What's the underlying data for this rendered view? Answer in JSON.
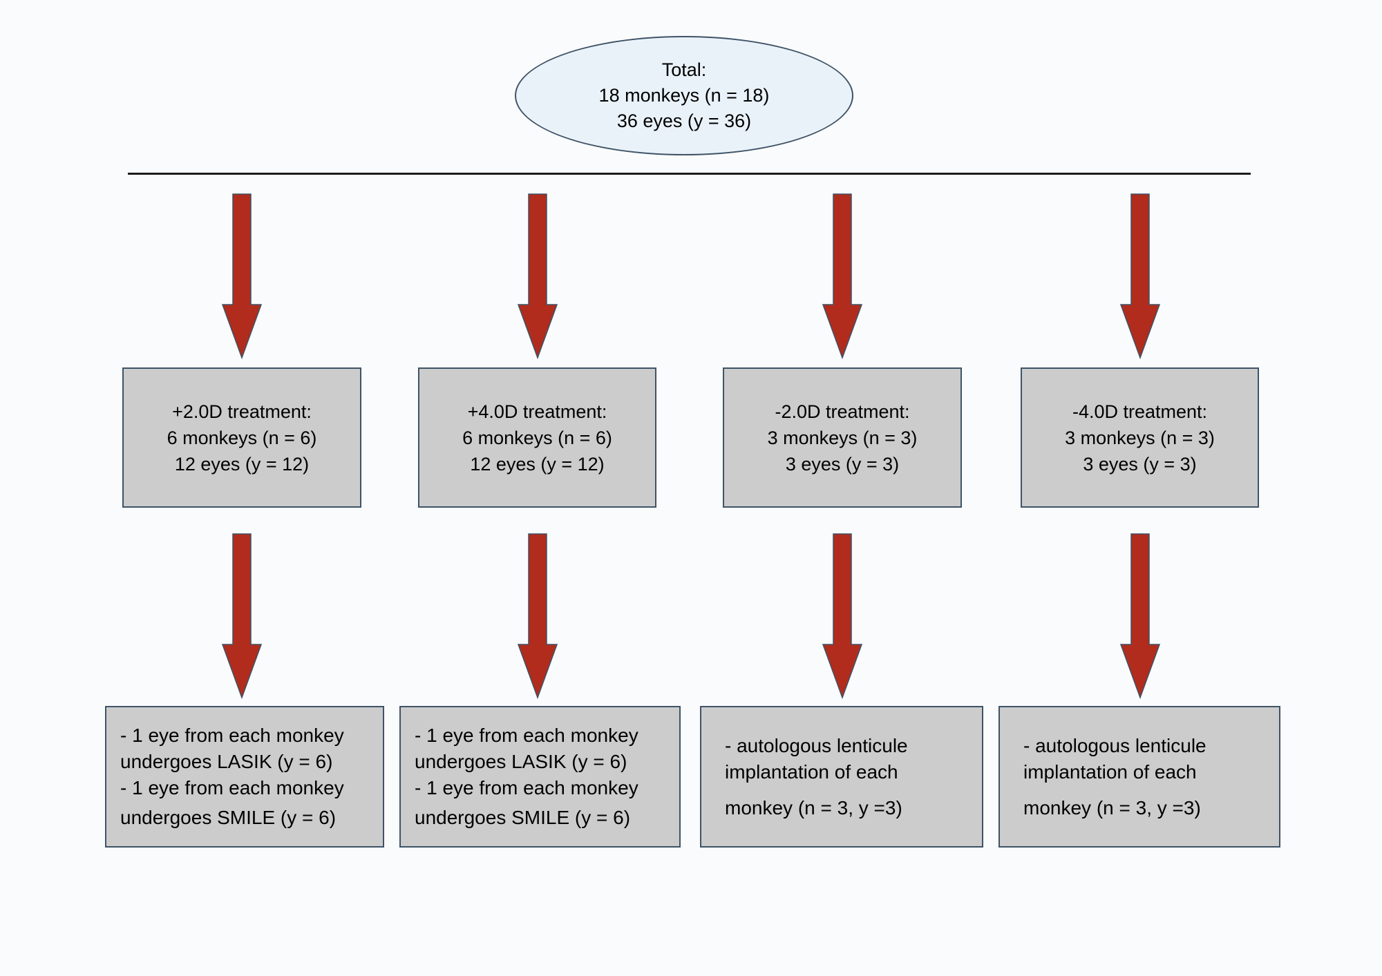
{
  "diagram": {
    "description": "Study allocation flowchart: monkeys assigned to refractive treatments and surgical procedures",
    "total": {
      "lines": [
        "Total:",
        "18 monkeys (n = 18)",
        "36 eyes (y = 36)"
      ]
    },
    "treatments": [
      {
        "lines": [
          "+2.0D treatment:",
          "6 monkeys (n = 6)",
          "12 eyes (y = 12)"
        ]
      },
      {
        "lines": [
          "+4.0D treatment:",
          "6 monkeys (n = 6)",
          "12 eyes (y = 12)"
        ]
      },
      {
        "lines": [
          "-2.0D treatment:",
          "3 monkeys (n = 3)",
          "3 eyes (y = 3)"
        ]
      },
      {
        "lines": [
          "-4.0D treatment:",
          "3 monkeys (n = 3)",
          "3 eyes (y = 3)"
        ]
      }
    ],
    "procedures": [
      {
        "lines": [
          "- 1 eye from each monkey",
          "undergoes LASIK (y = 6)",
          "- 1 eye from each monkey",
          "undergoes SMILE (y = 6)"
        ]
      },
      {
        "lines": [
          "- 1 eye from each monkey",
          "undergoes LASIK (y = 6)",
          "- 1 eye from each monkey",
          "undergoes SMILE (y = 6)"
        ]
      },
      {
        "lines": [
          "- autologous lenticule",
          "implantation of each",
          "monkey (n = 3, y =3)"
        ]
      },
      {
        "lines": [
          "- autologous lenticule",
          "implantation of each",
          "monkey (n = 3, y =3)"
        ]
      }
    ],
    "colors": {
      "background": "#fafbfd",
      "ellipse_fill": "#eaf2f9",
      "box_fill": "#cccccd",
      "shape_border": "#3e5366",
      "arrow_fill": "#b12c1c",
      "divider": "#1c1c1c",
      "text": "#000000"
    }
  }
}
